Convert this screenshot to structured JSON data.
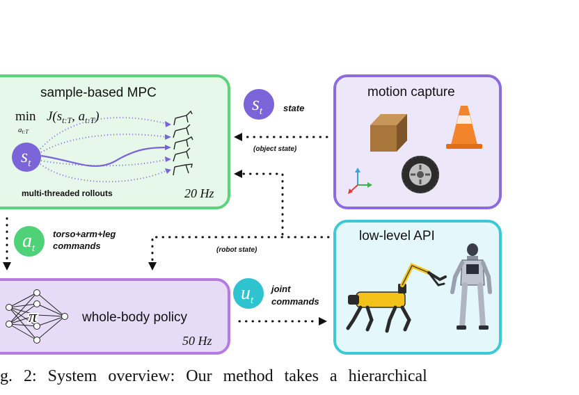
{
  "mpc": {
    "title": "sample-based MPC",
    "objective_min": "min",
    "objective_sub": "a_{t:T}",
    "objective_expr": "J(s_{t:T}, a_{t:T})",
    "state_symbol": "s",
    "state_sub": "t",
    "rollouts_label": "multi-threaded rollouts",
    "rate": "20 Hz",
    "fill": "#e6f8e9",
    "stroke": "#5bd37a"
  },
  "motion_capture": {
    "title": "motion capture",
    "objects": [
      "box-icon",
      "traffic-cone-icon",
      "wheel-icon",
      "axes-icon"
    ],
    "fill": "#ece8fa",
    "stroke": "#8b6be0"
  },
  "policy": {
    "title": "whole-body policy",
    "symbol": "π",
    "rate": "50 Hz",
    "fill": "#e7dcf8",
    "stroke": "#b57be3"
  },
  "low_level": {
    "title": "low-level API",
    "robots": [
      "quadruped-arm-robot-icon",
      "humanoid-robot-icon"
    ],
    "fill": "#e4f7fa",
    "stroke": "#3cc8d4"
  },
  "signals": {
    "state": {
      "symbol": "s",
      "sub": "t",
      "label": "state",
      "color": "#7b63d8"
    },
    "object_state": "(object state)",
    "robot_state": "(robot state)",
    "action": {
      "symbol": "a",
      "sub": "t",
      "label_line1": "torso+arm+leg",
      "label_line2": "commands",
      "color": "#4fd178"
    },
    "joint": {
      "symbol": "u",
      "sub": "t",
      "label_line1": "joint",
      "label_line2": "commands",
      "color": "#2fc3cf"
    }
  },
  "caption": "g. 2: System overview: Our method takes a hierarchical"
}
